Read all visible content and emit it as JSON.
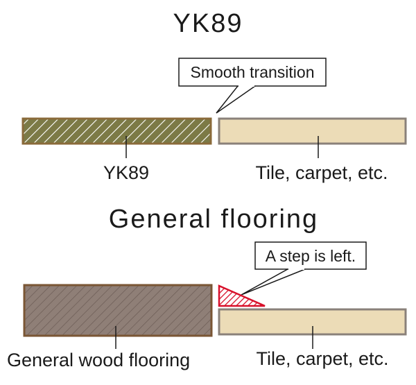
{
  "top_section": {
    "title": "YK89",
    "callout": "Smooth transition",
    "left_label": "YK89",
    "right_label": "Tile, carpet, etc."
  },
  "bottom_section": {
    "title": "General flooring",
    "callout": "A step is left.",
    "left_label": "General wood flooring",
    "right_label": "Tile, carpet, etc."
  },
  "colors": {
    "yk89_fill": "#7c7a46",
    "yk89_border": "#8a6a3a",
    "wood_fill": "#8f7f77",
    "wood_border": "#7a5634",
    "tile_fill": "#ecdcb7",
    "tile_border": "#8a817a",
    "step_red": "#d8102a"
  }
}
